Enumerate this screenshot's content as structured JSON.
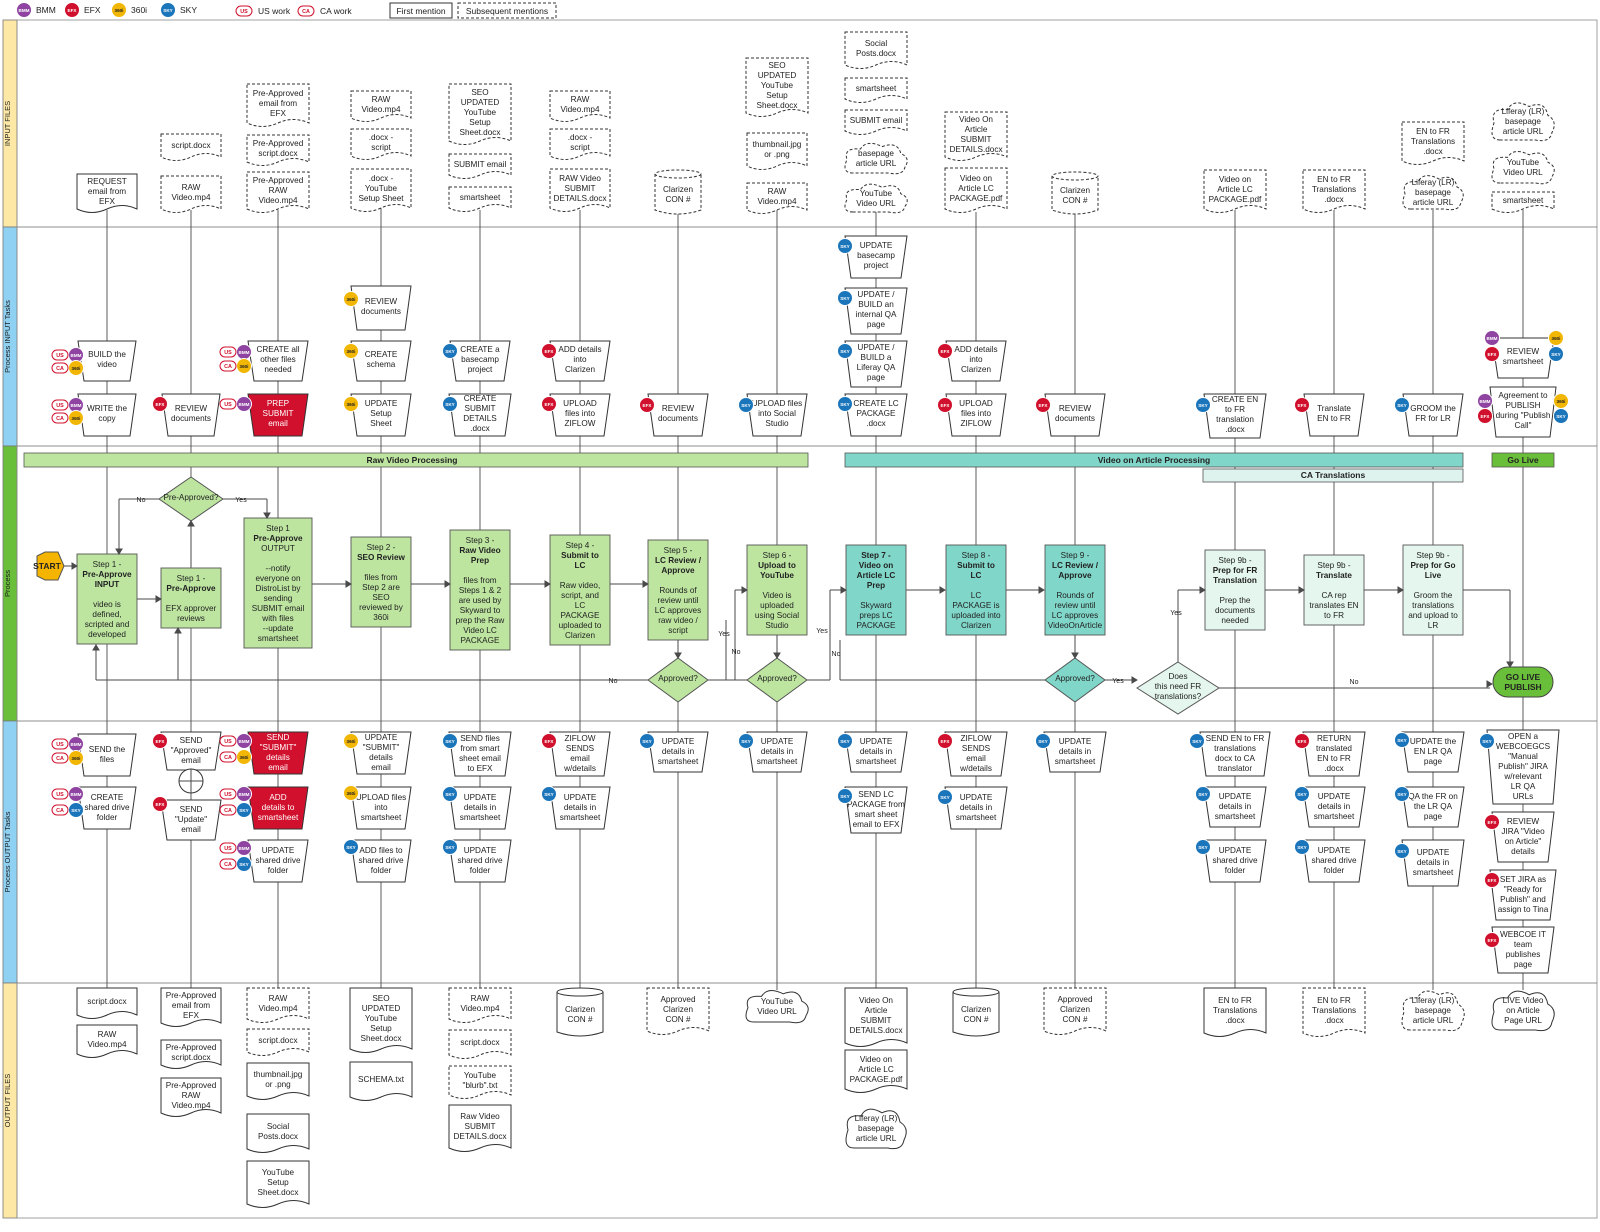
{
  "legend": {
    "teams": [
      {
        "code": "BMM",
        "label": "BMM",
        "color": "#8e44a0"
      },
      {
        "code": "EFX",
        "label": "EFX",
        "color": "#d0102c"
      },
      {
        "code": "360i",
        "label": "360i",
        "color": "#f2b705"
      },
      {
        "code": "SKY",
        "label": "SKY",
        "color": "#1b75bb"
      }
    ],
    "work": [
      {
        "code": "US",
        "label": "US work"
      },
      {
        "code": "CA",
        "label": "CA work"
      }
    ],
    "first_mention": "First mention",
    "subsequent_mentions": "Subsequent mentions"
  },
  "lanes": [
    {
      "label": "INPUT FILES",
      "color": "#fde8a6"
    },
    {
      "label": "Process INPUT Tasks",
      "color": "#8fd1f2"
    },
    {
      "label": "Process",
      "color": "#6abf3a"
    },
    {
      "label": "Process OUTPUT Tasks",
      "color": "#8fd1f2"
    },
    {
      "label": "OUTPUT FILES",
      "color": "#fde8a6"
    }
  ],
  "phases": {
    "raw": "Raw Video Processing",
    "voa": "Video on Article Processing",
    "ca": "CA Translations",
    "golive": "Go Live"
  },
  "connector_labels": {
    "yes": "Yes",
    "no": "No"
  },
  "input_files": [
    {
      "lines": [
        "REQUEST",
        "email from",
        "EFX"
      ],
      "dashed": false
    },
    {
      "lines": [
        "script.docx"
      ],
      "dashed": true
    },
    {
      "lines": [
        "RAW",
        "Video.mp4"
      ],
      "dashed": true
    },
    {
      "lines": [
        "Pre-Approved",
        "email from",
        "EFX"
      ],
      "dashed": true
    },
    {
      "lines": [
        "Pre-Approved",
        "script.docx"
      ],
      "dashed": true
    },
    {
      "lines": [
        "Pre-Approved",
        "RAW",
        "Video.mp4"
      ],
      "dashed": true
    },
    {
      "lines": [
        "RAW",
        "Video.mp4"
      ],
      "dashed": true
    },
    {
      "lines": [
        ".docx -",
        "script"
      ],
      "dashed": true
    },
    {
      "lines": [
        ".docx -",
        "YouTube",
        "Setup Sheet"
      ],
      "dashed": true
    },
    {
      "lines": [
        "SEO",
        "UPDATED",
        "YouTube",
        "Setup",
        "Sheet.docx"
      ],
      "dashed": true
    },
    {
      "lines": [
        "SUBMIT email"
      ],
      "dashed": true
    },
    {
      "lines": [
        "smartsheet"
      ],
      "dashed": true
    },
    {
      "lines": [
        "RAW",
        "Video.mp4"
      ],
      "dashed": true
    },
    {
      "lines": [
        ".docx -",
        "script"
      ],
      "dashed": true
    },
    {
      "lines": [
        "RAW Video",
        "SUBMIT",
        "DETAILS.docx"
      ],
      "dashed": true
    },
    {
      "lines": [
        "Clarizen",
        "CON #"
      ],
      "dashed": true
    },
    {
      "lines": [
        "SEO",
        "UPDATED",
        "YouTube",
        "Setup",
        "Sheet.docx"
      ],
      "dashed": true
    },
    {
      "lines": [
        "thumbnail.jpg",
        "or .png"
      ],
      "dashed": true
    },
    {
      "lines": [
        "RAW",
        "Video.mp4"
      ],
      "dashed": true
    },
    {
      "lines": [
        "Social",
        "Posts.docx"
      ],
      "dashed": true
    },
    {
      "lines": [
        "smartsheet"
      ],
      "dashed": true
    },
    {
      "lines": [
        "SUBMIT email"
      ],
      "dashed": true
    },
    {
      "lines": [
        "basepage",
        "article URL"
      ],
      "dashed": true
    },
    {
      "lines": [
        "YouTube",
        "Video URL"
      ],
      "dashed": true
    },
    {
      "lines": [
        "Video On",
        "Article",
        "SUBMIT",
        "DETAILS.docx"
      ],
      "dashed": true
    },
    {
      "lines": [
        "Video on",
        "Article LC",
        "PACKAGE.pdf"
      ],
      "dashed": true
    },
    {
      "lines": [
        "Clarizen",
        "CON #"
      ],
      "dashed": true
    },
    {
      "lines": [
        "Video on",
        "Article LC",
        "PACKAGE.pdf"
      ],
      "dashed": true
    },
    {
      "lines": [
        "EN to FR",
        "Translations",
        ".docx"
      ],
      "dashed": true
    },
    {
      "lines": [
        "EN to FR",
        "Translations",
        ".docx"
      ],
      "dashed": true
    },
    {
      "lines": [
        "Liferay (LR)",
        "basepage",
        "article URL"
      ],
      "dashed": true
    },
    {
      "lines": [
        "Liferay (LR)",
        "basepage",
        "article URL"
      ],
      "dashed": true
    },
    {
      "lines": [
        "YouTube",
        "Video URL"
      ],
      "dashed": true
    },
    {
      "lines": [
        "smartsheet"
      ],
      "dashed": true
    }
  ],
  "input_tasks": [
    {
      "lines": [
        "BUILD the",
        "video"
      ]
    },
    {
      "lines": [
        "WRITE the",
        "copy"
      ]
    },
    {
      "lines": [
        "REVIEW",
        "documents"
      ]
    },
    {
      "lines": [
        "CREATE all",
        "other files",
        "needed"
      ]
    },
    {
      "lines": [
        "PREP",
        "SUBMIT",
        "email"
      ]
    },
    {
      "lines": [
        "REVIEW",
        "documents"
      ]
    },
    {
      "lines": [
        "CREATE",
        "schema"
      ]
    },
    {
      "lines": [
        "UPDATE",
        "Setup",
        "Sheet"
      ]
    },
    {
      "lines": [
        "CREATE a",
        "basecamp",
        "project"
      ]
    },
    {
      "lines": [
        "CREATE",
        "SUBMIT",
        "DETAILS",
        ".docx"
      ]
    },
    {
      "lines": [
        "ADD details",
        "into",
        "Clarizen"
      ]
    },
    {
      "lines": [
        "UPLOAD",
        "files into",
        "ZIFLOW"
      ]
    },
    {
      "lines": [
        "REVIEW",
        "documents"
      ]
    },
    {
      "lines": [
        "UPLOAD files",
        "into Social",
        "Studio"
      ]
    },
    {
      "lines": [
        "UPDATE",
        "basecamp",
        "project"
      ]
    },
    {
      "lines": [
        "UPDATE /",
        "BUILD an",
        "internal QA",
        "page"
      ]
    },
    {
      "lines": [
        "UPDATE /",
        "BUILD a",
        "Liferay QA",
        "page"
      ]
    },
    {
      "lines": [
        "CREATE LC",
        "PACKAGE",
        ".docx"
      ]
    },
    {
      "lines": [
        "ADD details",
        "into",
        "Clarizen"
      ]
    },
    {
      "lines": [
        "UPLOAD",
        "files into",
        "ZIFLOW"
      ]
    },
    {
      "lines": [
        "REVIEW",
        "documents"
      ]
    },
    {
      "lines": [
        "CREATE EN",
        "to FR",
        "translation",
        ".docx"
      ]
    },
    {
      "lines": [
        "Translate",
        "EN to FR"
      ]
    },
    {
      "lines": [
        "GROOM the",
        "FR for LR"
      ]
    },
    {
      "lines": [
        "REVIEW",
        "smartsheet"
      ]
    },
    {
      "lines": [
        "Agreement to",
        "PUBLISH",
        "during \"Publish",
        "Call\""
      ]
    }
  ],
  "process": [
    {
      "lines": [
        "Step 1 -",
        "Pre-Approve",
        "INPUT",
        "",
        "video is",
        "defined,",
        "scripted and",
        "developed"
      ],
      "bold": [
        1,
        2
      ]
    },
    {
      "lines": [
        "Step 1 -",
        "Pre-Approve",
        "",
        "EFX approver",
        "reviews"
      ],
      "bold": [
        1
      ]
    },
    {
      "lines": [
        "Step 1",
        "Pre-Approve",
        "OUTPUT",
        "",
        "--notify",
        "everyone on",
        "DistroList by",
        "sending",
        "SUBMIT email",
        "with files",
        "--update",
        "smartsheet"
      ],
      "bold": [
        1
      ]
    },
    {
      "lines": [
        "Step 2 -",
        "SEO Review",
        "",
        "files from",
        "Step 2 are",
        "SEO",
        "reviewed by",
        "360i"
      ],
      "bold": [
        1
      ]
    },
    {
      "lines": [
        "Step 3 -",
        "Raw Video",
        "Prep",
        "",
        "files from",
        "Steps 1 & 2",
        "are used by",
        "Skyward to",
        "prep the Raw",
        "Video LC",
        "PACKAGE"
      ],
      "bold": [
        1,
        2
      ]
    },
    {
      "lines": [
        "Step 4 -",
        "Submit to",
        "LC",
        "",
        "Raw video,",
        "script, and",
        "LC",
        "PACKAGE",
        "uploaded to",
        "Clarizen"
      ],
      "bold": [
        1,
        2
      ]
    },
    {
      "lines": [
        "Step 5 -",
        "LC Review /",
        "Approve",
        "",
        "Rounds of",
        "review until",
        "LC approves",
        "raw video /",
        "script"
      ],
      "bold": [
        1,
        2
      ]
    },
    {
      "lines": [
        "Step 6 -",
        "Upload to",
        "YouTube",
        "",
        "Video is",
        "uploaded",
        "using Social",
        "Studio"
      ],
      "bold": [
        1,
        2
      ]
    },
    {
      "lines": [
        "Step 7 -",
        "Video on",
        "Article LC",
        "Prep",
        "",
        "Skyward",
        "preps LC",
        "PACKAGE"
      ],
      "bold": [
        0,
        1,
        2,
        3
      ]
    },
    {
      "lines": [
        "Step 8 -",
        "Submit to",
        "LC",
        "",
        "LC",
        "PACKAGE is",
        "uploaded into",
        "Clarizen"
      ],
      "bold": [
        1,
        2
      ]
    },
    {
      "lines": [
        "Step 9 -",
        "LC Review /",
        "Approve",
        "",
        "Rounds of",
        "review until",
        "LC approves",
        "VideoOnArticle"
      ],
      "bold": [
        1,
        2
      ]
    },
    {
      "lines": [
        "Step 9b -",
        "Prep for FR",
        "Translation",
        "",
        "Prep the",
        "documents",
        "needed"
      ],
      "bold": [
        1,
        2
      ]
    },
    {
      "lines": [
        "Step 9b -",
        "Translate",
        "",
        "CA rep",
        "translates EN",
        "to FR"
      ],
      "bold": [
        1
      ]
    },
    {
      "lines": [
        "Step 9b -",
        "Prep for Go",
        "Live",
        "",
        "Groom the",
        "translations",
        "and upload to",
        "LR"
      ],
      "bold": [
        1,
        2
      ]
    }
  ],
  "decisions": [
    {
      "lines": [
        "Pre-Approved?"
      ]
    },
    {
      "lines": [
        "Approved?"
      ]
    },
    {
      "lines": [
        "Approved?"
      ]
    },
    {
      "lines": [
        "Approved?"
      ]
    },
    {
      "lines": [
        "Does",
        "this need FR",
        "translations?"
      ]
    }
  ],
  "start": "START",
  "go_live": [
    "GO LIVE",
    "PUBLISH"
  ],
  "output_tasks": [
    {
      "lines": [
        "SEND the",
        "files"
      ]
    },
    {
      "lines": [
        "CREATE",
        "shared drive",
        "folder"
      ]
    },
    {
      "lines": [
        "SEND",
        "\"Approved\"",
        "email"
      ]
    },
    {
      "lines": [
        "SEND",
        "\"Update\"",
        "email"
      ]
    },
    {
      "lines": [
        "SEND",
        "\"SUBMIT\"",
        "details",
        "email"
      ]
    },
    {
      "lines": [
        "ADD",
        "details to",
        "smartsheet"
      ]
    },
    {
      "lines": [
        "UPDATE",
        "shared drive",
        "folder"
      ]
    },
    {
      "lines": [
        "UPDATE",
        "\"SUBMIT\"",
        "details",
        "email"
      ]
    },
    {
      "lines": [
        "UPLOAD files",
        "into",
        "smartsheet"
      ]
    },
    {
      "lines": [
        "ADD files to",
        "shared drive",
        "folder"
      ]
    },
    {
      "lines": [
        "SEND files",
        "from smart",
        "sheet email",
        "to EFX"
      ]
    },
    {
      "lines": [
        "UPDATE",
        "details in",
        "smartsheet"
      ]
    },
    {
      "lines": [
        "UPDATE",
        "shared drive",
        "folder"
      ]
    },
    {
      "lines": [
        "ZIFLOW",
        "SENDS",
        "email",
        "w/details"
      ]
    },
    {
      "lines": [
        "UPDATE",
        "details in",
        "smartsheet"
      ]
    },
    {
      "lines": [
        "UPDATE",
        "details in",
        "smartsheet"
      ]
    },
    {
      "lines": [
        "UPDATE",
        "details in",
        "smartsheet"
      ]
    },
    {
      "lines": [
        "UPDATE",
        "details in",
        "smartsheet"
      ]
    },
    {
      "lines": [
        "SEND LC",
        "PACKAGE from",
        "smart sheet",
        "email to EFX"
      ]
    },
    {
      "lines": [
        "ZIFLOW",
        "SENDS",
        "email",
        "w/details"
      ]
    },
    {
      "lines": [
        "UPDATE",
        "details in",
        "smartsheet"
      ]
    },
    {
      "lines": [
        "UPDATE",
        "details in",
        "smartsheet"
      ]
    },
    {
      "lines": [
        "SEND EN to FR",
        "translations",
        "docx to CA",
        "translator"
      ]
    },
    {
      "lines": [
        "UPDATE",
        "details in",
        "smartsheet"
      ]
    },
    {
      "lines": [
        "UPDATE",
        "shared drive",
        "folder"
      ]
    },
    {
      "lines": [
        "RETURN",
        "translated",
        "EN to FR",
        ".docx"
      ]
    },
    {
      "lines": [
        "UPDATE",
        "details in",
        "smartsheet"
      ]
    },
    {
      "lines": [
        "UPDATE",
        "shared drive",
        "folder"
      ]
    },
    {
      "lines": [
        "UPDATE the",
        "EN LR QA",
        "page"
      ]
    },
    {
      "lines": [
        "QA the FR on",
        "the LR QA",
        "page"
      ]
    },
    {
      "lines": [
        "UPDATE",
        "details in",
        "smartsheet"
      ]
    },
    {
      "lines": [
        "OPEN a",
        "WEBCOEGCS",
        "\"Manual",
        "Publish\" JIRA",
        "w/relevant",
        "LR QA",
        "URLs"
      ]
    },
    {
      "lines": [
        "REVIEW",
        "JIRA \"Video",
        "on Article\"",
        "details"
      ]
    },
    {
      "lines": [
        "SET JIRA as",
        "\"Ready for",
        "Publish\" and",
        "assign to Tina"
      ]
    },
    {
      "lines": [
        "WEBCOE IT",
        "team",
        "publishes",
        "page"
      ]
    }
  ],
  "output_files": [
    {
      "lines": [
        "script.docx"
      ]
    },
    {
      "lines": [
        "RAW",
        "Video.mp4"
      ]
    },
    {
      "lines": [
        "Pre-Approved",
        "email from",
        "EFX"
      ]
    },
    {
      "lines": [
        "Pre-Approved",
        "script.docx"
      ]
    },
    {
      "lines": [
        "Pre-Approved",
        "RAW",
        "Video.mp4"
      ]
    },
    {
      "lines": [
        "RAW",
        "Video.mp4"
      ]
    },
    {
      "lines": [
        "script.docx"
      ]
    },
    {
      "lines": [
        "thumbnail.jpg",
        "or .png"
      ]
    },
    {
      "lines": [
        "Social",
        "Posts.docx"
      ]
    },
    {
      "lines": [
        "YouTube",
        "Setup",
        "Sheet.docx"
      ]
    },
    {
      "lines": [
        "SEO",
        "UPDATED",
        "YouTube",
        "Setup",
        "Sheet.docx"
      ]
    },
    {
      "lines": [
        "SCHEMA.txt"
      ]
    },
    {
      "lines": [
        "RAW",
        "Video.mp4"
      ]
    },
    {
      "lines": [
        "script.docx"
      ]
    },
    {
      "lines": [
        "YouTube",
        "\"blurb\".txt"
      ]
    },
    {
      "lines": [
        "Raw Video",
        "SUBMIT",
        "DETAILS.docx"
      ]
    },
    {
      "lines": [
        "Clarizen",
        "CON #"
      ]
    },
    {
      "lines": [
        "Approved",
        "Clarizen",
        "CON #"
      ]
    },
    {
      "lines": [
        "YouTube",
        "Video URL"
      ]
    },
    {
      "lines": [
        "Video On",
        "Article",
        "SUBMIT",
        "DETAILS.docx"
      ]
    },
    {
      "lines": [
        "Video on",
        "Article LC",
        "PACKAGE.pdf"
      ]
    },
    {
      "lines": [
        "Liferay (LR)",
        "basepage",
        "article URL"
      ]
    },
    {
      "lines": [
        "Clarizen",
        "CON #"
      ]
    },
    {
      "lines": [
        "Approved",
        "Clarizen",
        "CON #"
      ]
    },
    {
      "lines": [
        "EN to FR",
        "Translations",
        ".docx"
      ]
    },
    {
      "lines": [
        "EN to FR",
        "Translations",
        ".docx"
      ]
    },
    {
      "lines": [
        "Liferay (LR)",
        "basepage",
        "article URL"
      ]
    },
    {
      "lines": [
        "LIVE Video",
        "on Article",
        "Page URL"
      ]
    }
  ]
}
